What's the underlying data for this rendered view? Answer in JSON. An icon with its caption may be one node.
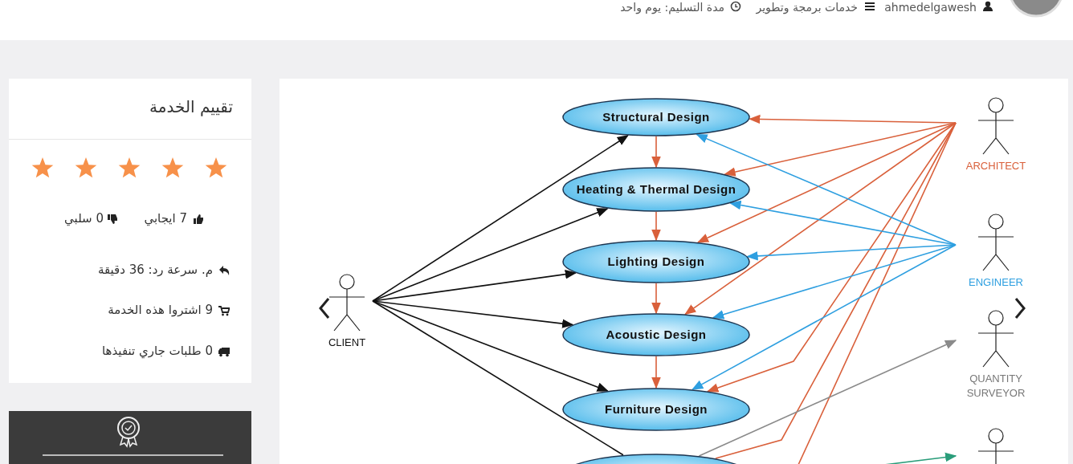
{
  "diagram": {
    "nodes": [
      {
        "text": [
          "Structural Design"
        ]
      },
      {
        "text": [
          "Heating & Thermal Design"
        ]
      },
      {
        "text": [
          "Lighting Design"
        ]
      },
      {
        "text": [
          "Acoustic Design"
        ]
      },
      {
        "text": [
          "Furniture Design"
        ]
      },
      {
        "text": [],
        "shape": "ellipse"
      },
      {
        "text": [
          "CLIENT"
        ]
      },
      {
        "text": [
          "ARCHITECT"
        ]
      },
      {
        "text": [
          "ENGINEER"
        ]
      },
      {
        "text": [
          "QUANTITY SURVEYOR"
        ]
      },
      {
        "text": [],
        "shape": "person"
      }
    ],
    "edges": [
      {
        "from": 6,
        "to": 0,
        "arrow": "to",
        "color": "#111111"
      },
      {
        "from": 6,
        "to": 1,
        "arrow": "to",
        "color": "#111111"
      },
      {
        "from": 6,
        "to": 2,
        "arrow": "to",
        "color": "#111111"
      },
      {
        "from": 6,
        "to": 3,
        "arrow": "to",
        "color": "#111111"
      },
      {
        "from": 6,
        "to": 4,
        "arrow": "to",
        "color": "#111111"
      },
      {
        "from": 6,
        "to": 5,
        "arrow": "none",
        "color": "#111111"
      },
      {
        "from": 0,
        "to": 1,
        "arrow": "to",
        "color": "#d9603b"
      },
      {
        "from": 1,
        "to": 2,
        "arrow": "to",
        "color": "#d9603b"
      },
      {
        "from": 2,
        "to": 3,
        "arrow": "to",
        "color": "#d9603b"
      },
      {
        "from": 3,
        "to": 4,
        "arrow": "to",
        "color": "#d9603b"
      },
      {
        "from": 7,
        "to": 0,
        "arrow": "to",
        "color": "#d9603b"
      },
      {
        "from": 7,
        "to": 1,
        "arrow": "to",
        "color": "#d9603b"
      },
      {
        "from": 7,
        "to": 2,
        "arrow": "to",
        "color": "#d9603b"
      },
      {
        "from": 7,
        "to": 3,
        "arrow": "to",
        "color": "#d9603b"
      },
      {
        "from": 7,
        "to": 4,
        "arrow": "to",
        "color": "#d9603b"
      },
      {
        "from": 7,
        "to": 5,
        "arrow": "none",
        "color": "#d9603b"
      },
      {
        "from": 7,
        "to": null,
        "arrow": "none",
        "color": "#d9603b"
      },
      {
        "from": 8,
        "to": 0,
        "arrow": "to",
        "color": "#2e9fe0"
      },
      {
        "from": 8,
        "to": 1,
        "arrow": "to",
        "color": "#2e9fe0"
      },
      {
        "from": 8,
        "to": 2,
        "arrow": "to",
        "color": "#2e9fe0"
      },
      {
        "from": 8,
        "to": 3,
        "arrow": "to",
        "color": "#2e9fe0"
      },
      {
        "from": 8,
        "to": 4,
        "arrow": "to",
        "color": "#2e9fe0"
      },
      {
        "from": 5,
        "to": 9,
        "arrow": "to",
        "color": "#8a8a8a"
      },
      {
        "from": null,
        "to": 10,
        "arrow": "to",
        "color": "#2a9d7a"
      }
    ],
    "labels": [
      "ahmedelgawesh",
      "خدمات برمجة وتطوير",
      "مدة التسليم: يوم واحد",
      "تقييم الخدمة",
      "7 ايجابي",
      "0 سلبي",
      "م. سرعة رد: 36 دقيقة",
      "9 اشتروا هذه الخدمة",
      "0 طلبات جاري تنفيذها"
    ]
  }
}
